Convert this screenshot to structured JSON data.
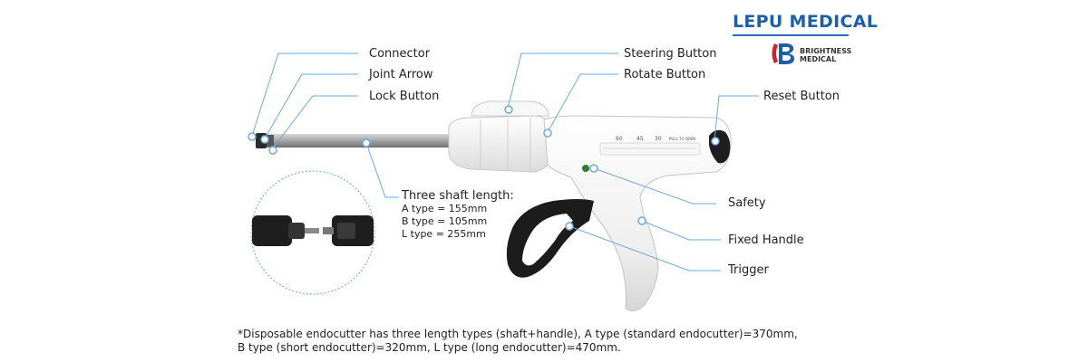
{
  "brand": {
    "name": "LEPU MEDICAL",
    "sub_brand_line1": "BRIGHTNESS",
    "sub_brand_line2": "MEDICAL"
  },
  "labels": {
    "connector": "Connector",
    "joint_arrow": "Joint Arrow",
    "lock_button": "Lock Button",
    "steering_button": "Steering Button",
    "rotate_button": "Rotate Button",
    "reset_button": "Reset Button",
    "safety": "Safety",
    "fixed_handle": "Fixed Handle",
    "trigger": "Trigger"
  },
  "shaft_info": {
    "title": "Three shaft length:",
    "lines": [
      "A type = 155mm",
      "B type = 105mm",
      "L type = 255mm"
    ]
  },
  "device_scale": {
    "marks": [
      "60",
      "45",
      "30"
    ],
    "caption": "PULL TO OPEN"
  },
  "footnote": {
    "line1": "*Disposable endocutter has three length types (shaft+handle), A type (standard endocutter)=370mm,",
    "line2": "B type (short endocutter)=320mm, L type (long endocutter)=470mm."
  },
  "colors": {
    "brand_blue": "#1f5fa8",
    "callout_blue": "#6fa8dc",
    "handle_white": "#f3f3f3",
    "trigger_black": "#1c1c1c",
    "shaft_gray": "#9a9a9a",
    "safety_green": "#2e7d32"
  }
}
